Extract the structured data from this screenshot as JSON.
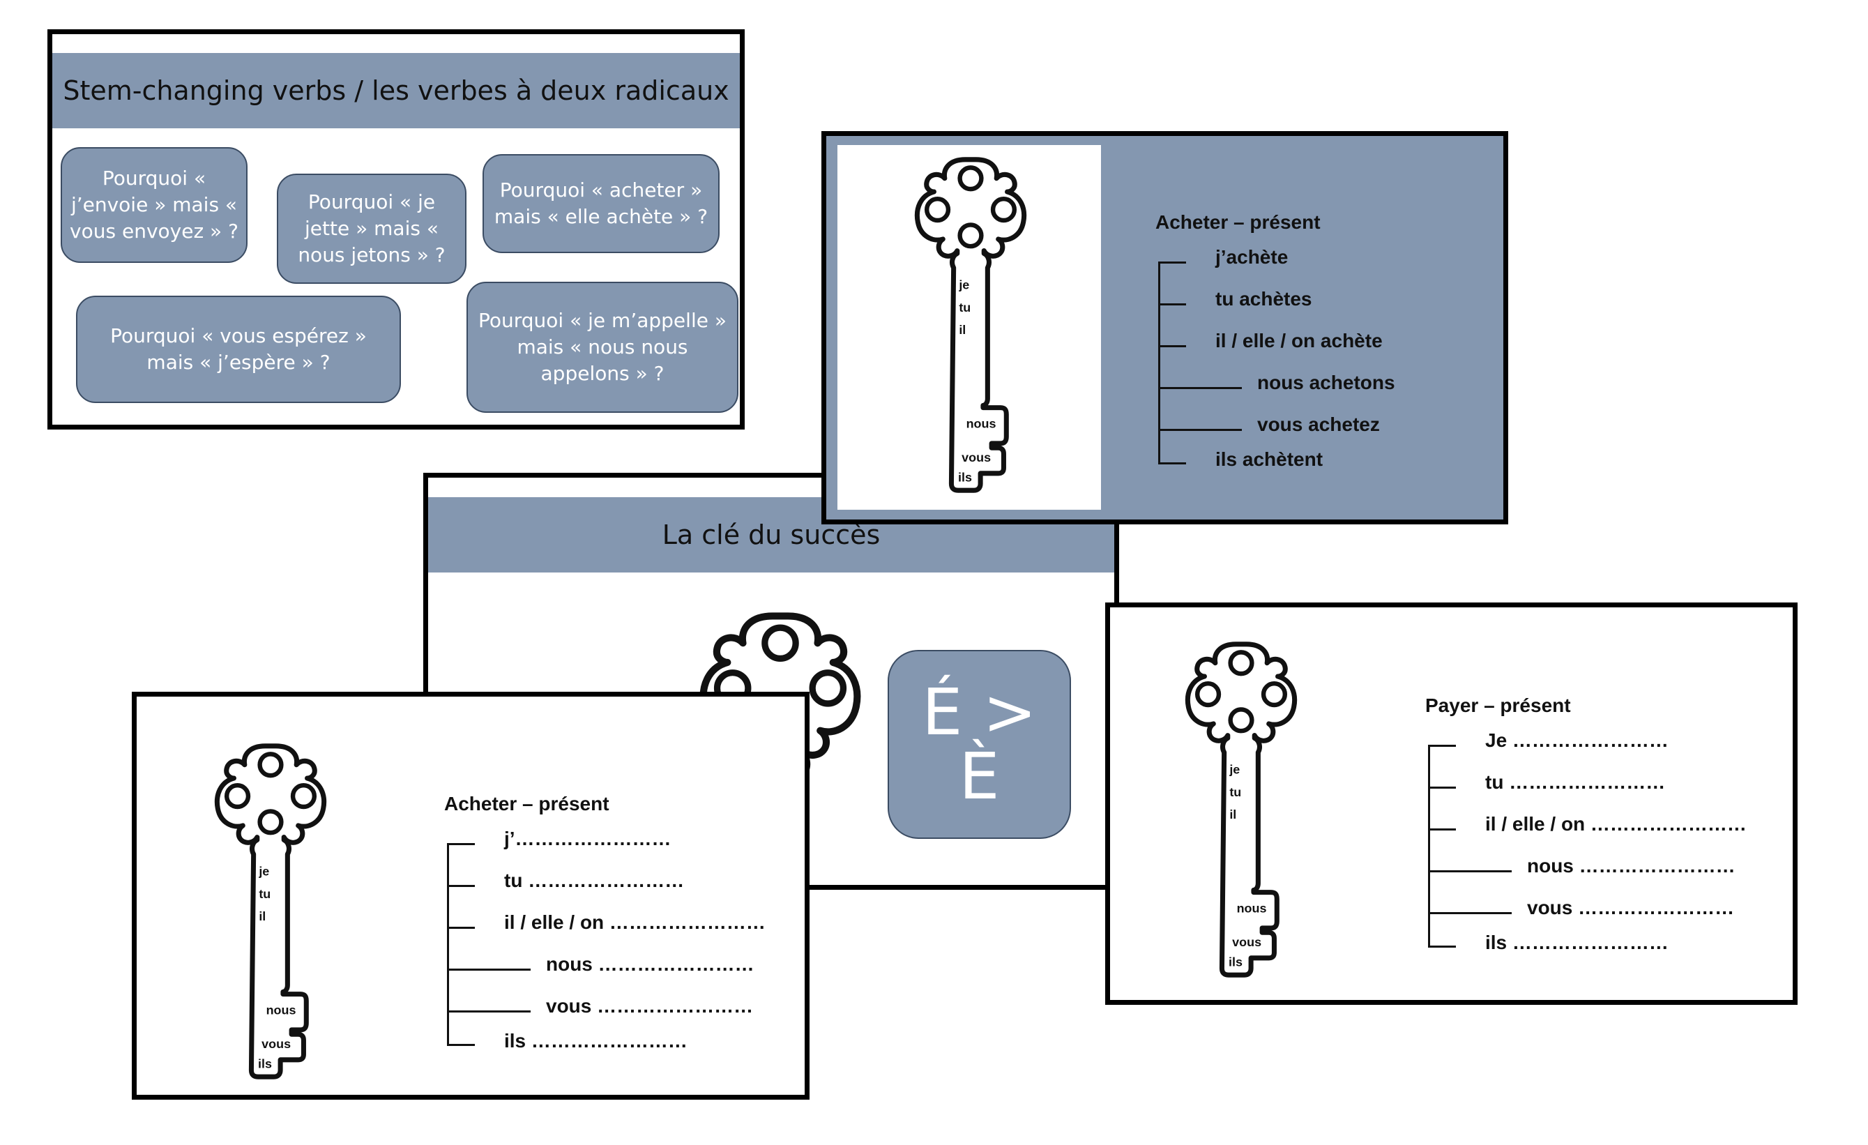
{
  "slides": {
    "stem": {
      "title": "Stem-changing verbs / les verbes à deux radicaux",
      "bubbles": [
        "Pourquoi « j’envoie » mais « vous envoyez » ?",
        "Pourquoi « je jette » mais « nous jetons » ?",
        "Pourquoi « acheter » mais « elle achète » ?",
        "Pourquoi « vous espérez » mais « j’espère » ?",
        "Pourquoi « je m’appelle » mais « nous nous appelons » ?"
      ]
    },
    "acheter_answers": {
      "title": "Acheter – présent",
      "rows": [
        "j’achète",
        "tu achètes",
        "il / elle / on achète",
        "nous achetons",
        "vous achetez",
        "ils achètent"
      ]
    },
    "cle": {
      "title": "La clé du succès",
      "rule": "É > È"
    },
    "acheter_blank": {
      "title": "Acheter – présent",
      "rows": [
        "j’……………………",
        "tu ……………………",
        "il / elle / on ……………………",
        "nous ……………………",
        "vous ……………………",
        "ils ……………………"
      ]
    },
    "payer_blank": {
      "title": "Payer – présent",
      "rows": [
        "Je ……………………",
        "tu ……………………",
        "il / elle / on ……………………",
        "nous ……………………",
        "vous ……………………",
        "ils ……………………"
      ]
    }
  },
  "key_labels": [
    "je",
    "tu",
    "il",
    "nous",
    "vous",
    "ils"
  ],
  "colors": {
    "accent": "#8497B0",
    "border": "#000000",
    "text_light": "#ffffff"
  }
}
